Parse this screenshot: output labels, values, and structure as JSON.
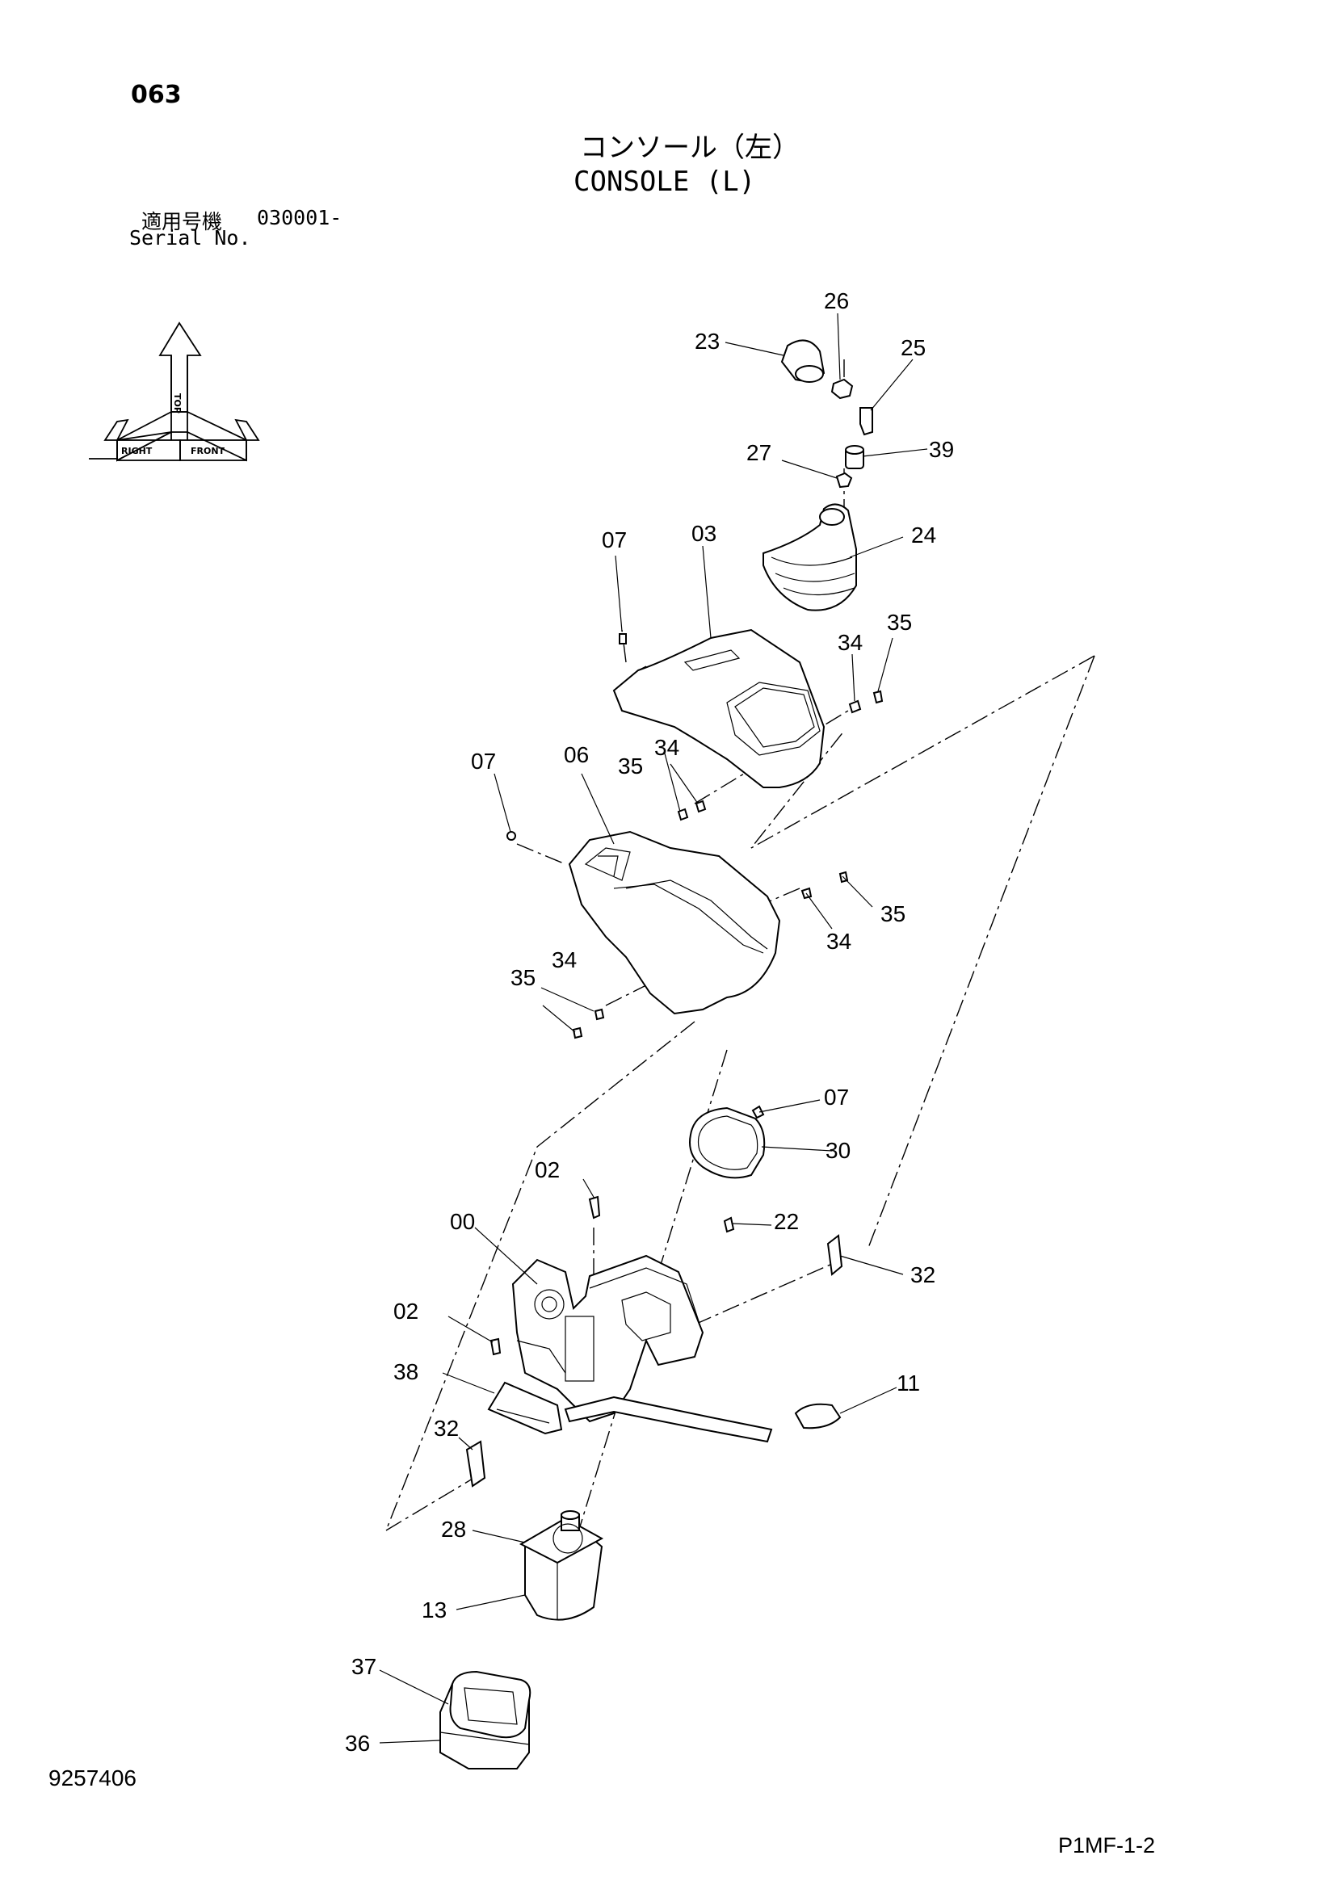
{
  "page_number": "063",
  "title": {
    "japanese": "コンソール（左）",
    "english": "CONSOLE (L)"
  },
  "serial": {
    "label_jp": "適用号機",
    "value": "030001-",
    "label_en": "Serial No."
  },
  "orientation_arrow": {
    "top": "TOP",
    "front": "FRONT",
    "right": "RIGHT"
  },
  "callouts": [
    "00",
    "02",
    "02",
    "03",
    "06",
    "07",
    "07",
    "07",
    "11",
    "13",
    "22",
    "23",
    "24",
    "25",
    "26",
    "27",
    "28",
    "30",
    "32",
    "32",
    "34",
    "34",
    "34",
    "34",
    "35",
    "35",
    "35",
    "35",
    "36",
    "37",
    "38",
    "39"
  ],
  "document_number": "9257406",
  "page_code": "P1MF-1-2",
  "icons": [
    "orientation-arrow-icon"
  ]
}
